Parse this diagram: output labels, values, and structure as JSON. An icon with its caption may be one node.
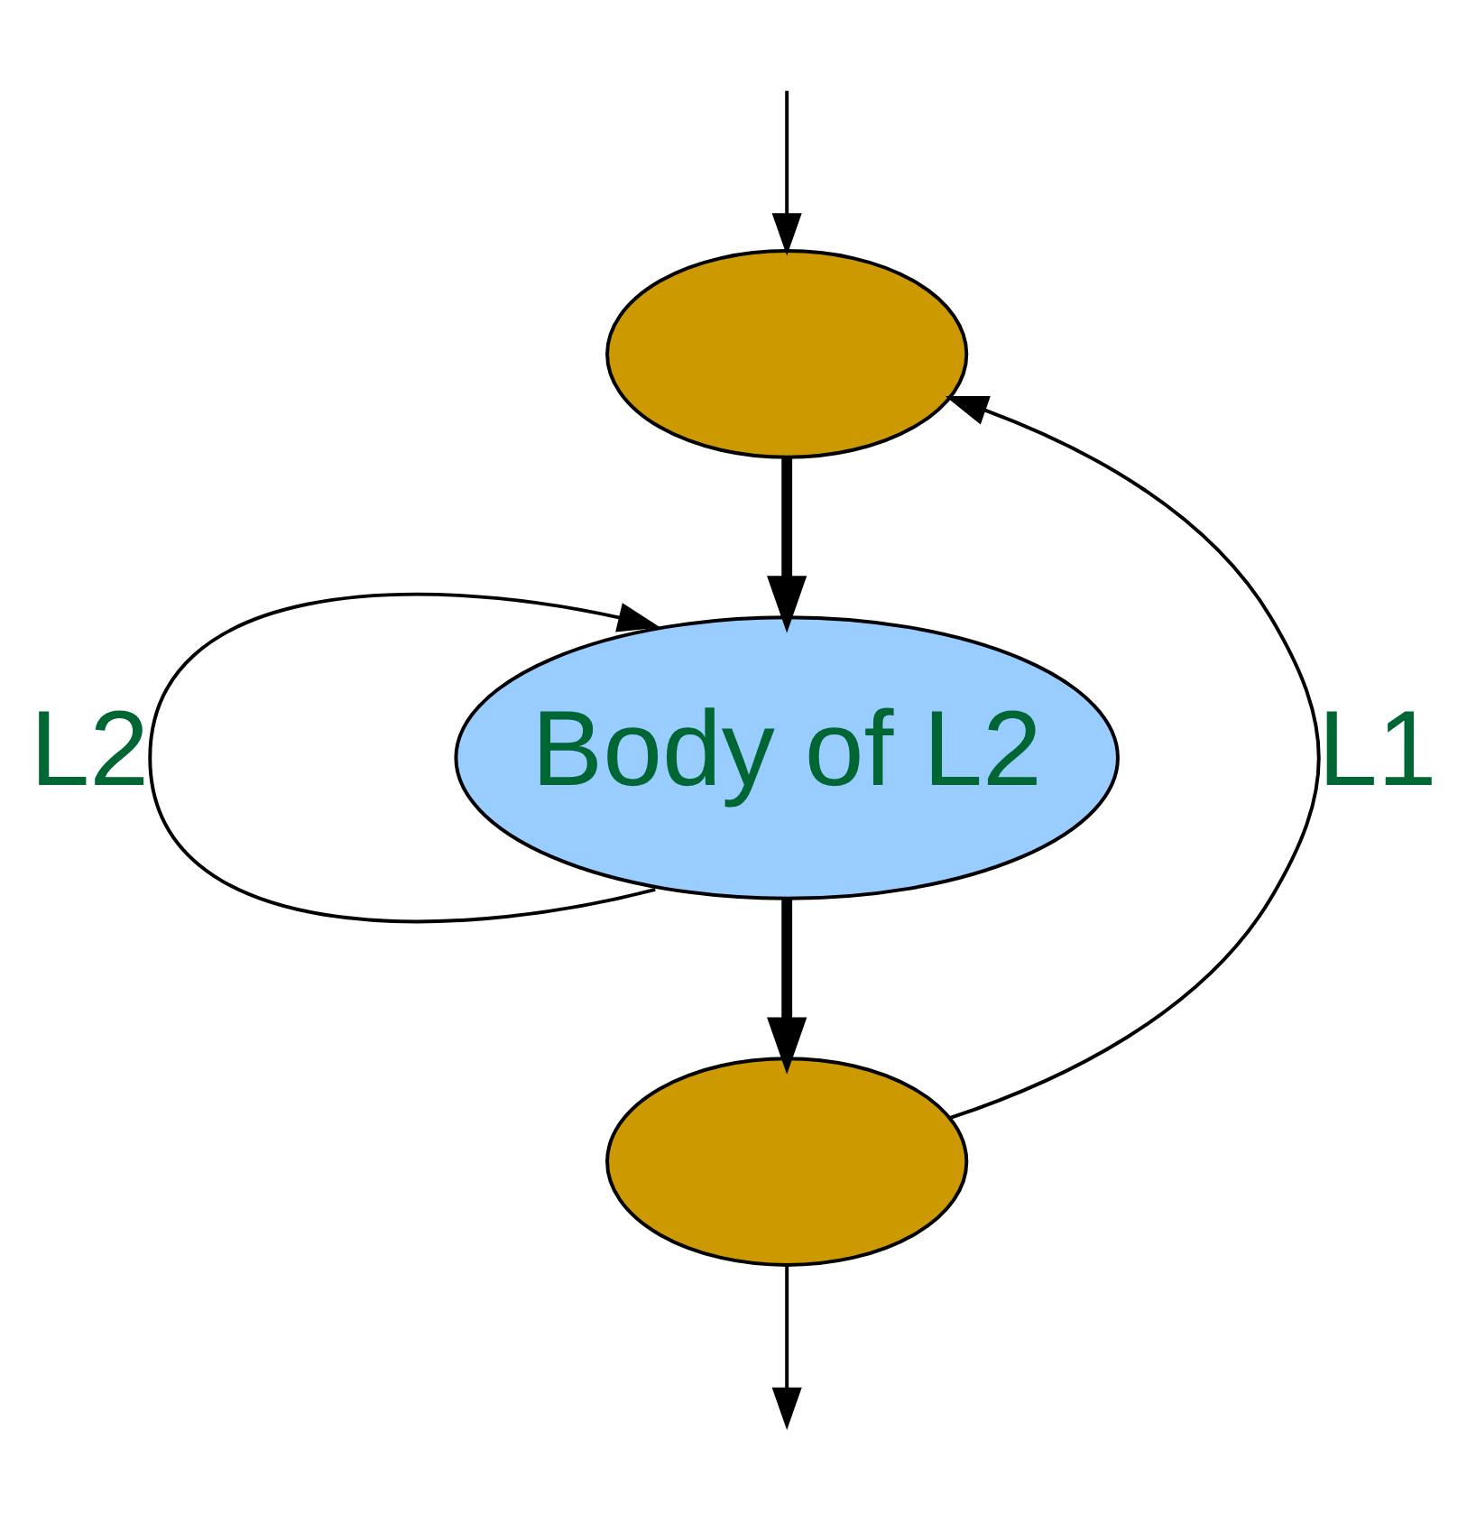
{
  "diagram": {
    "nodes": [
      {
        "text": [],
        "shape": "ellipse"
      },
      {
        "text": [
          "Body of L2"
        ]
      },
      {
        "text": [],
        "shape": "ellipse"
      }
    ],
    "edges": [
      {
        "from": null,
        "to": 0,
        "arrow": "to"
      },
      {
        "from": 0,
        "to": 1,
        "arrow": "to",
        "style": "thick"
      },
      {
        "from": 1,
        "to": 1,
        "arrow": "to",
        "label": "L2"
      },
      {
        "from": 1,
        "to": 2,
        "arrow": "to",
        "style": "thick"
      },
      {
        "from": 2,
        "to": 0,
        "arrow": "to",
        "label": "L1"
      },
      {
        "from": 2,
        "to": null,
        "arrow": "to"
      }
    ]
  }
}
